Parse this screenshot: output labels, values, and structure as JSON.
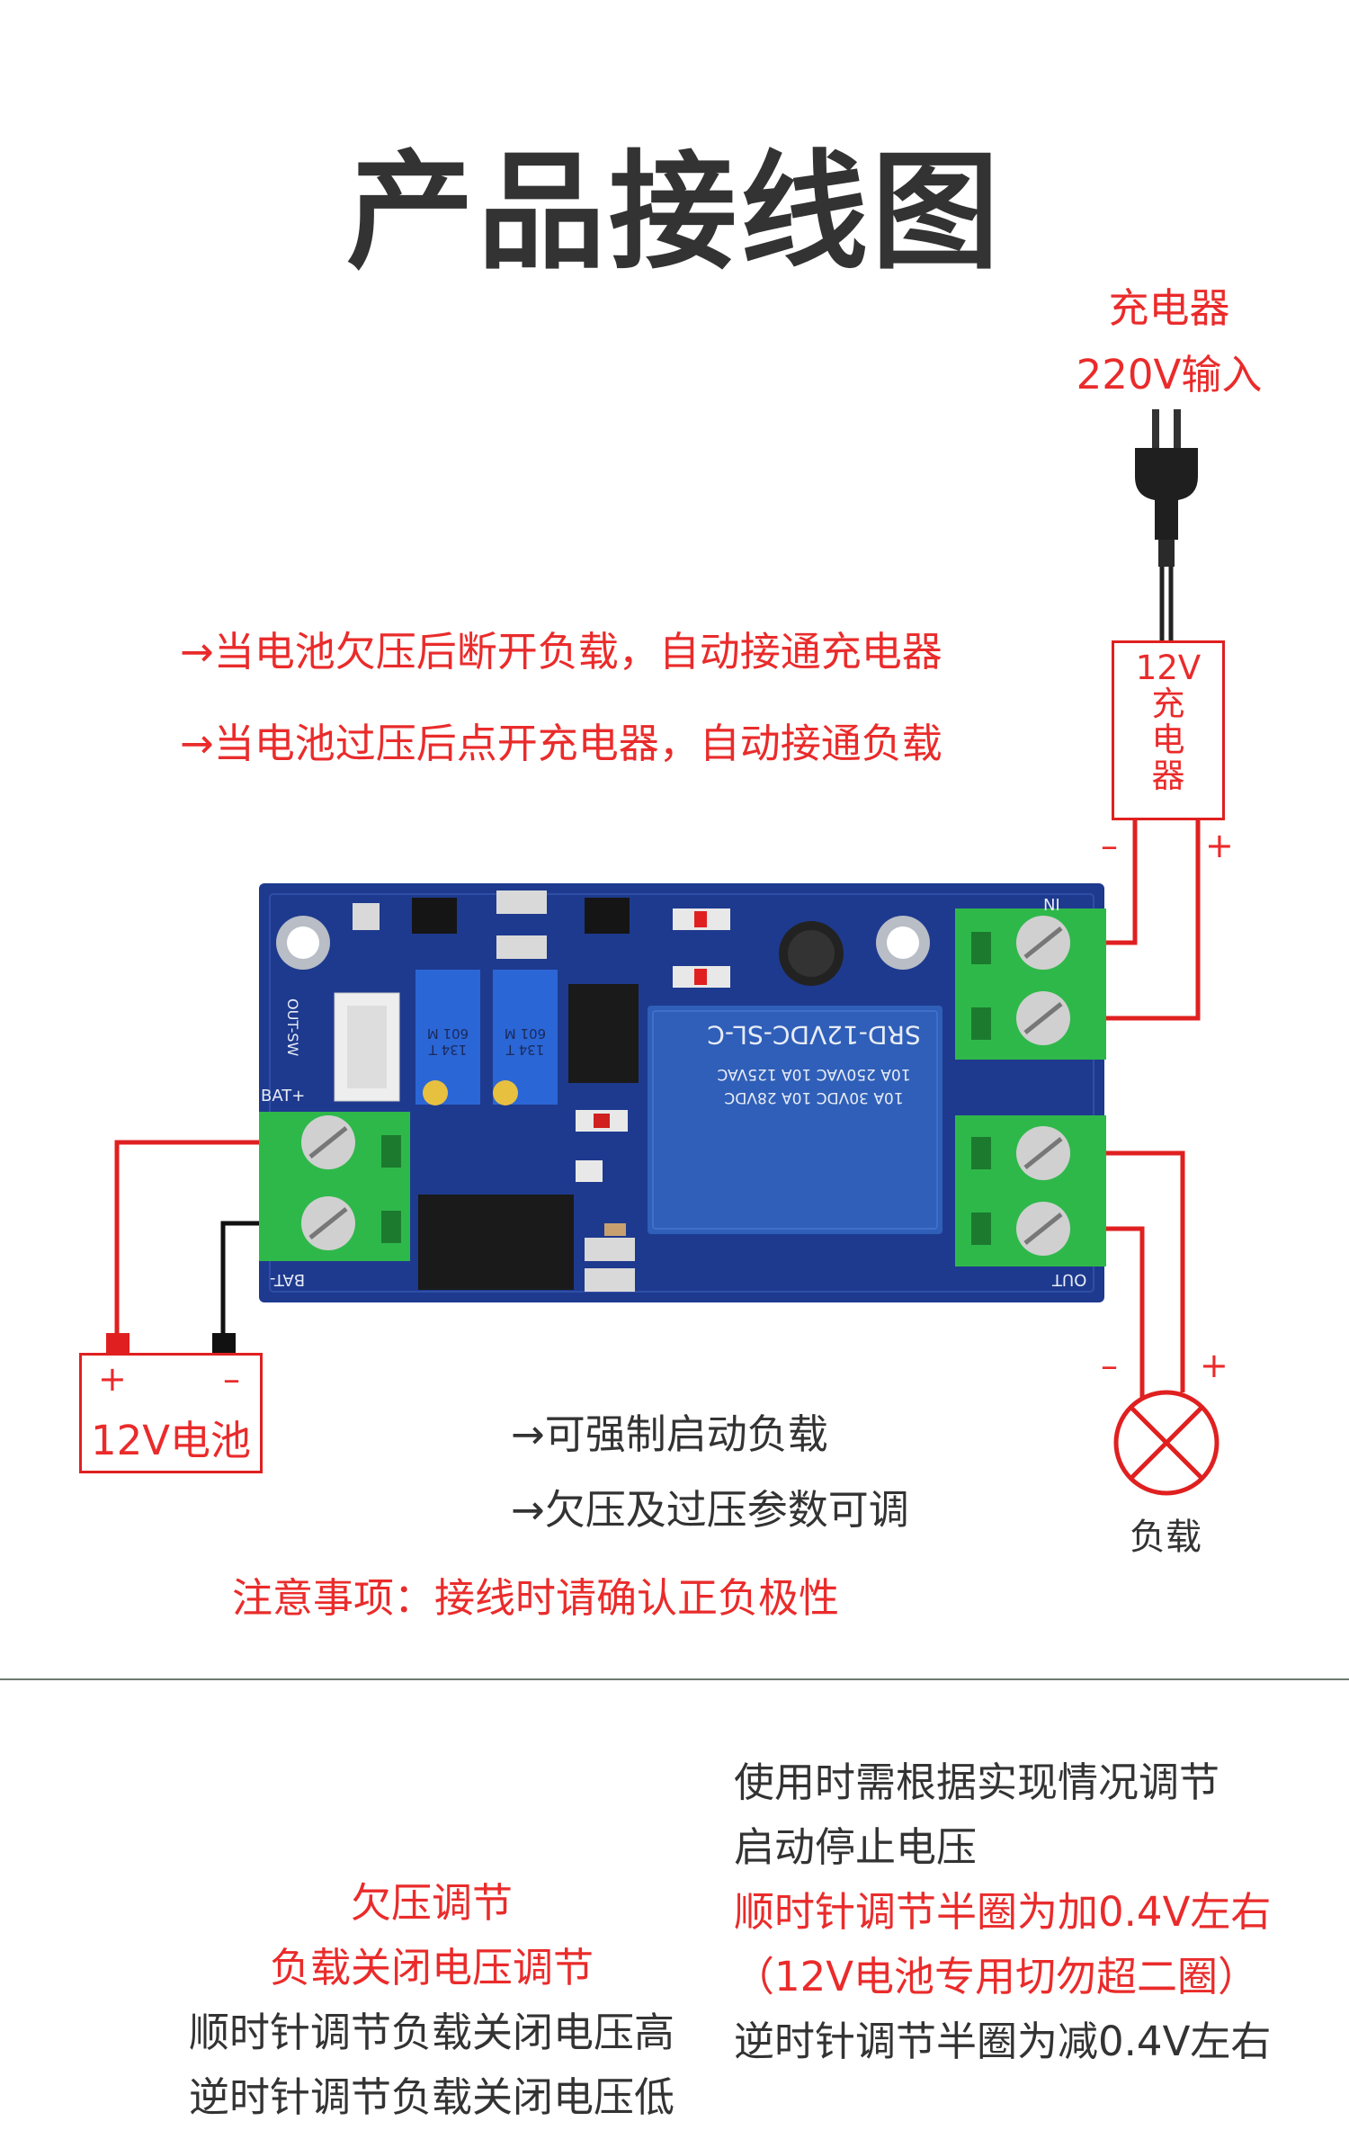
{
  "title": "产品接线图",
  "charger": {
    "label_1": "充电器",
    "label_2": "220V输入",
    "box_label_1": "12V",
    "box_label_2": "充",
    "box_label_3": "电",
    "box_label_4": "器",
    "minus": "–",
    "plus": "+"
  },
  "notes_top": [
    "→当电池欠压后断开负载，自动接通充电器",
    "→当电池过压后点开充电器，自动接通负载"
  ],
  "battery": {
    "plus": "+",
    "minus": "–",
    "label": "12V电池"
  },
  "load": {
    "minus": "–",
    "plus": "+",
    "label": "负载"
  },
  "features": [
    "→可强制启动负载",
    "→欠压及过压参数可调"
  ],
  "warning": "注意事项：接线时请确认正负极性",
  "board_text": {
    "relay_model": "SRD-12VDC-SL-C",
    "relay_spec_1": "10A 250VAC  10A 125VAC",
    "relay_spec_2": "10A  30VDC  10A  28VDC",
    "pot": "134 T 601 M",
    "in_label": "IN",
    "out_label": "OUT",
    "bat_plus": "BAT+",
    "bat_minus": "BAT-",
    "out_sw": "OUT-SW"
  },
  "left_section": {
    "title_1": "欠压调节",
    "title_2": "负载关闭电压调节",
    "desc_1": "顺时针调节负载关闭电压高",
    "desc_2": "逆时针调节负载关闭电压低"
  },
  "right_section": {
    "line_1": "使用时需根据实现情况调节",
    "line_2": "启动停止电压",
    "line_3": "顺时针调节半圈为加0.4V左右",
    "line_4": "（12V电池专用切勿超二圈）",
    "line_5": "逆时针调节半圈为减0.4V左右"
  },
  "colors": {
    "accent_red": "#ea2b2b",
    "text_dark": "#333333",
    "board_blue": "#1f3b8f",
    "terminal_green": "#2fb84a",
    "relay_blue": "#2f5fb8"
  }
}
